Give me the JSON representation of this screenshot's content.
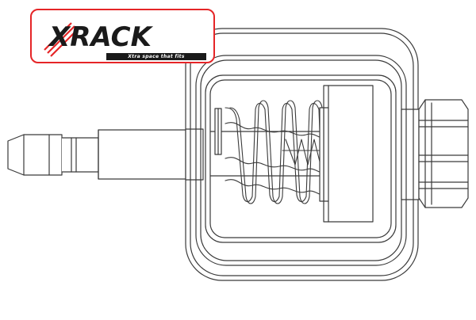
{
  "logo": {
    "wordmark": "XRACK",
    "tagline": "Xtra space that fits"
  },
  "colors": {
    "accent": "#e52527",
    "line": "#3a3a3a",
    "fill_light": "#f2f2f2"
  },
  "diagram": {
    "subject": "spring-loaded valve assembly",
    "parts": [
      "hose-nozzle",
      "shaft",
      "frame-loop",
      "coil-spring",
      "piston-plate",
      "hex-nut"
    ]
  }
}
